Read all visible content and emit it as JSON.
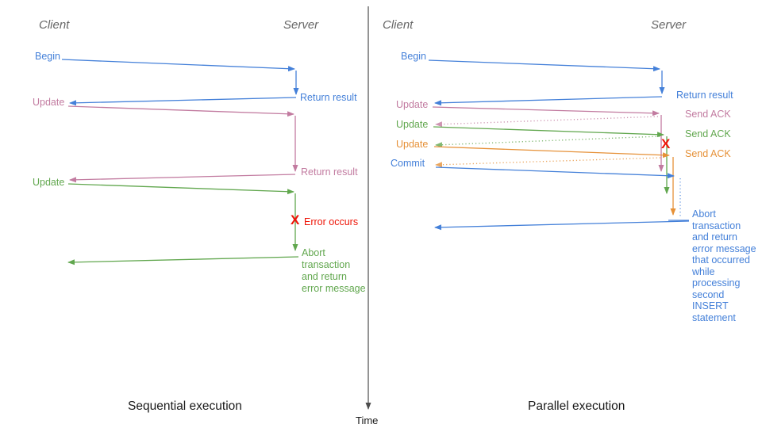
{
  "palette": {
    "blue": "#4480d9",
    "pink": "#c27ba0",
    "green": "#61a74e",
    "orange": "#e69138",
    "red": "#ee1407",
    "axis": "#4d4d4d",
    "heading": "#666666",
    "title": "#1a1a1a"
  },
  "time_axis": {
    "label": "Time"
  },
  "left": {
    "title": "Sequential execution",
    "client_header": "Client",
    "server_header": "Server",
    "messages": {
      "begin": "Begin",
      "return_result_1": "Return result",
      "update_1": "Update",
      "return_result_2": "Return result",
      "update_2": "Update",
      "error_x": "X",
      "error": "Error occurs",
      "abort": "Abort\ntransaction\nand return\nerror message"
    }
  },
  "right": {
    "title": "Parallel execution",
    "client_header": "Client",
    "server_header": "Server",
    "messages": {
      "begin": "Begin",
      "return_result": "Return result",
      "update_1": "Update",
      "send_ack_1": "Send ACK",
      "update_2": "Update",
      "send_ack_2": "Send ACK",
      "update_3": "Update",
      "send_ack_3": "Send ACK",
      "commit": "Commit",
      "error_x": "X",
      "abort": "Abort\ntransaction\nand return\nerror message\nthat occurred\nwhile\nprocessing\nsecond\nINSERT\nstatement"
    }
  }
}
